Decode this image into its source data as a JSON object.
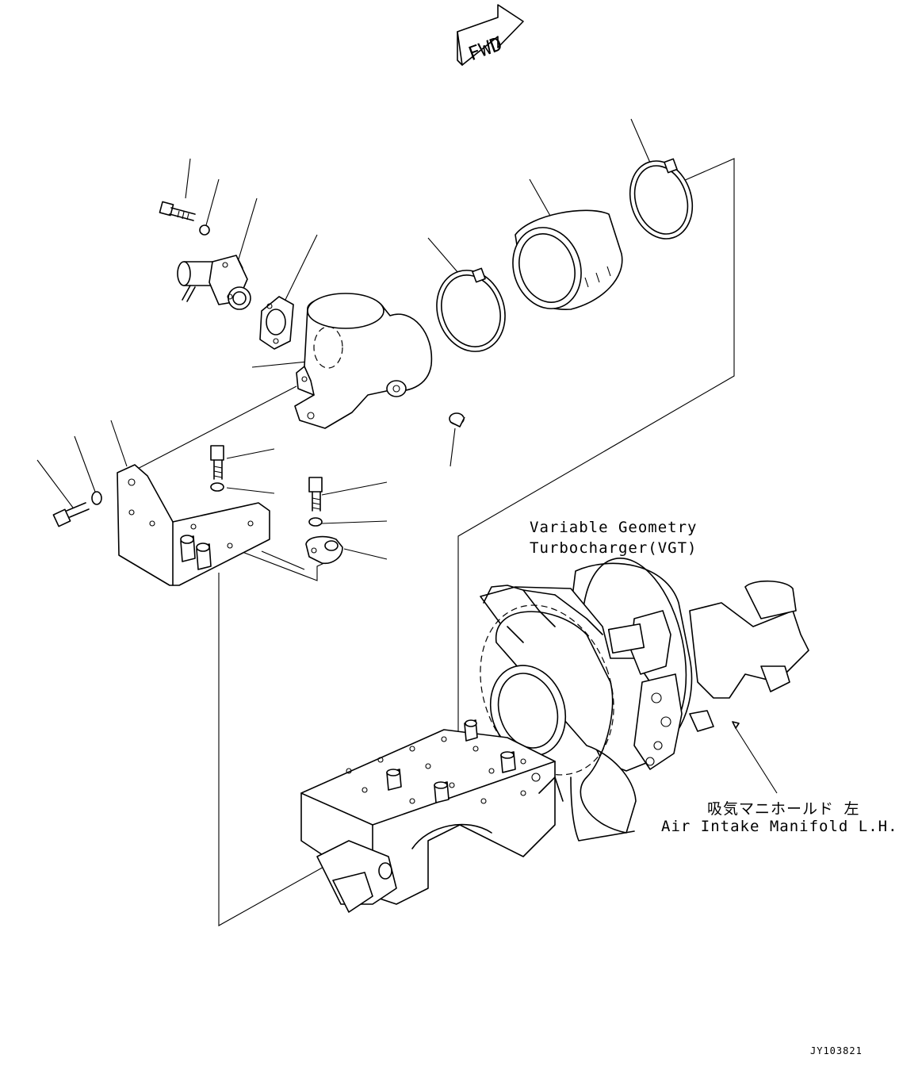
{
  "fwd_arrow": {
    "label": "FWD"
  },
  "callouts": {
    "vgt": {
      "line1": "Variable Geometry",
      "line2": "Turbocharger(VGT)"
    },
    "manifold": {
      "line1": "吸気マニホールド 左",
      "line2": "Air Intake Manifold L.H."
    }
  },
  "drawing_code": "JY103821"
}
